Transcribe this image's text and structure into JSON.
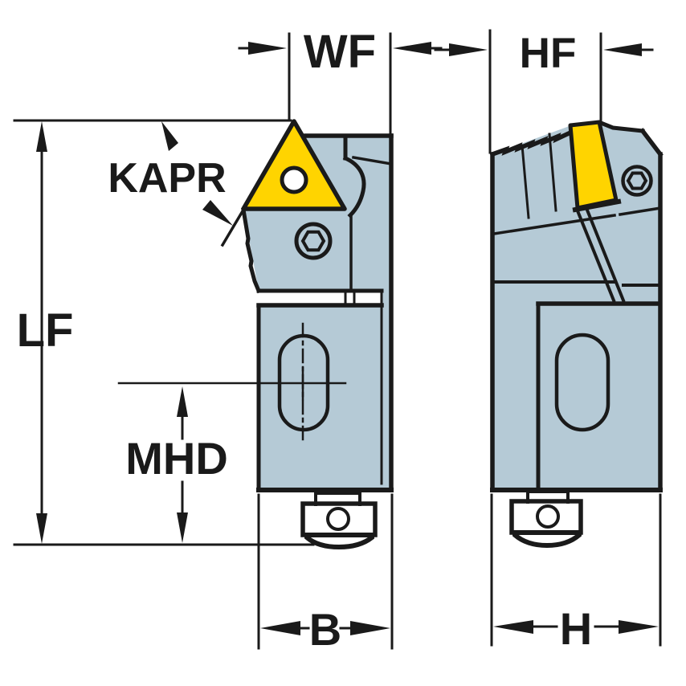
{
  "diagram": {
    "title": "tool-holder-dimension-drawing",
    "labels": {
      "wf": "WF",
      "hf": "HF",
      "kapr": "KAPR",
      "lf": "LF",
      "mhd": "MHD",
      "b": "B",
      "h": "H"
    },
    "colors": {
      "body": "#b5cad6",
      "insert": "#ffd400",
      "line": "#1a1a1a",
      "background": "#ffffff"
    }
  }
}
